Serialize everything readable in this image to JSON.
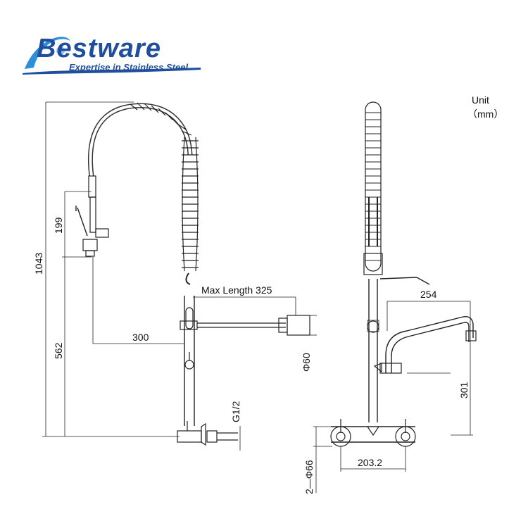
{
  "brand": {
    "name": "Bestware",
    "tagline": "Expertise in Stainless Steel",
    "color": "#1f4f9c"
  },
  "unit": {
    "line1": "Unit",
    "line2": "（mm）"
  },
  "dimensions": {
    "total_height": "1043",
    "lower_height": "562",
    "handle_height": "199",
    "arm_reach": "300",
    "max_length": "Max Length 325",
    "diameter": "Φ60",
    "thread": "G1/2",
    "spout_reach": "254",
    "spout_height": "301",
    "centers": "203.2",
    "flange": "2—Φ66"
  }
}
